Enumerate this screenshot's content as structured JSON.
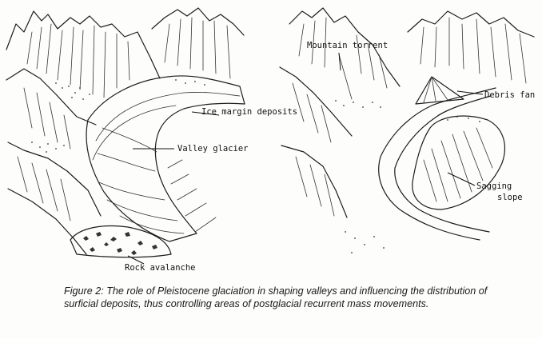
{
  "figure": {
    "labels": {
      "ice_margin": "Ice margin deposits",
      "valley_glacier": "Valley glacier",
      "rock_avalanche": "Rock avalanche",
      "mountain_torrent": "Mountain torrent",
      "debris_fan": "Debris fan",
      "sagging_line1": "Sagging",
      "sagging_line2": "slope"
    },
    "caption": "Figure 2:  The role of Pleistocene glaciation in shaping valleys and influencing the distribution of surficial deposits, thus controlling areas of postglacial recurrent mass movements."
  },
  "colors": {
    "ink": "#1c1c1c",
    "paper": "#fdfdfb"
  }
}
